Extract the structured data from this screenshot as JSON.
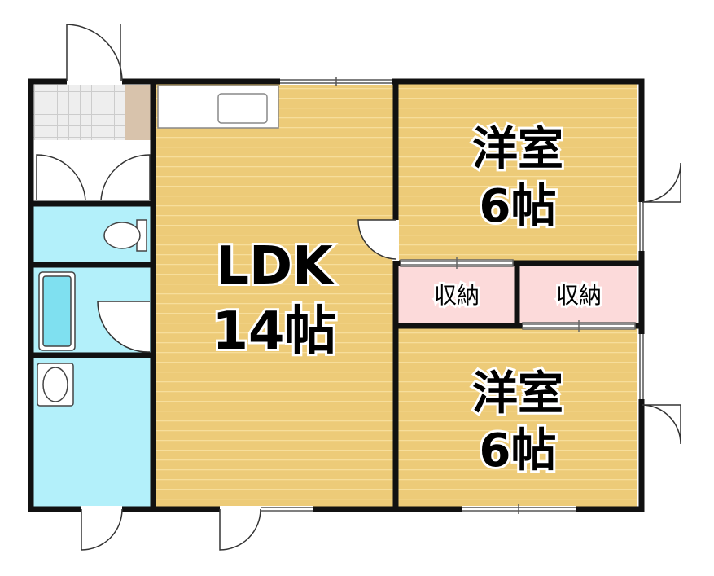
{
  "rooms": {
    "ldk": {
      "line1": "LDK",
      "line2": "14帖"
    },
    "western_top": {
      "line1": "洋室",
      "line2": "6帖"
    },
    "western_bottom": {
      "line1": "洋室",
      "line2": "6帖"
    },
    "storage_left": {
      "label": "収納"
    },
    "storage_right": {
      "label": "収納"
    }
  },
  "colors": {
    "wood_floor": "#EDCB78",
    "wood_stripe": "#F7DE9B",
    "wet_area": "#B3F0FA",
    "storage": "#FCDADA",
    "tile": "#EEEEEE",
    "counter": "#FFFFFF",
    "wall": "#111111"
  }
}
